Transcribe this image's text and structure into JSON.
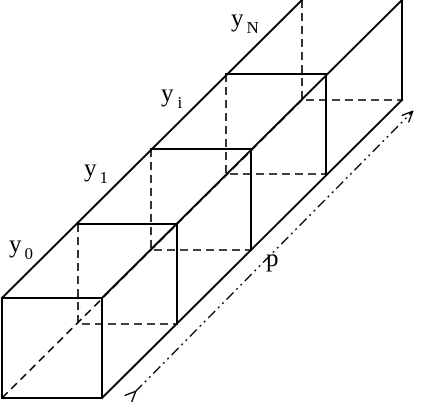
{
  "labels": {
    "y0": {
      "base": "y",
      "sub": "0"
    },
    "y1": {
      "base": "y",
      "sub": "1"
    },
    "yi": {
      "base": "y",
      "sub": "i"
    },
    "yN": {
      "base": "y",
      "sub": "N"
    },
    "p": "p"
  }
}
